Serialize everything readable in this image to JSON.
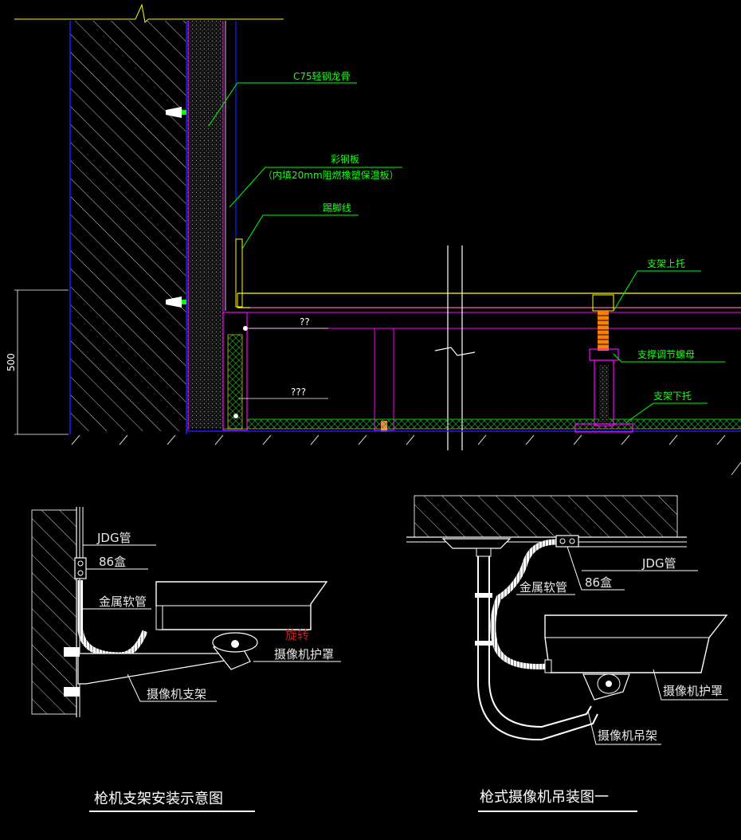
{
  "section_detail": {
    "labels": {
      "c75_keel": "C75轻钢龙骨",
      "color_steel_plate": "彩钢板",
      "color_steel_plate_note": "（内填20mm阻燃橡塑保温板）",
      "skirting": "踢脚线",
      "bracket_upper": "支架上托",
      "support_nut": "支撑调节螺母",
      "bracket_lower": "支架下托",
      "unknown_1": "??",
      "unknown_2": "???"
    },
    "dimension": "500",
    "colors": {
      "cad_yellow": "#ffff00",
      "cad_green": "#00ff00",
      "cad_magenta": "#ff00ff",
      "cad_blue": "#1a1aff",
      "cad_white": "#ffffff"
    }
  },
  "bracket_install": {
    "labels": {
      "jdg_pipe": "JDG管",
      "box_86": "86盒",
      "metal_hose": "金属软管",
      "rotate": "旋转",
      "camera_housing": "摄像机护罩",
      "camera_bracket": "摄像机支架"
    },
    "title": "枪机支架安装示意图"
  },
  "hanging_install": {
    "labels": {
      "jdg_pipe": "JDG管",
      "box_86": "86盒",
      "metal_hose": "金属软管",
      "camera_housing": "摄像机护罩",
      "camera_hanger": "摄像机吊架"
    },
    "title": "枪式摄像机吊装图一"
  }
}
